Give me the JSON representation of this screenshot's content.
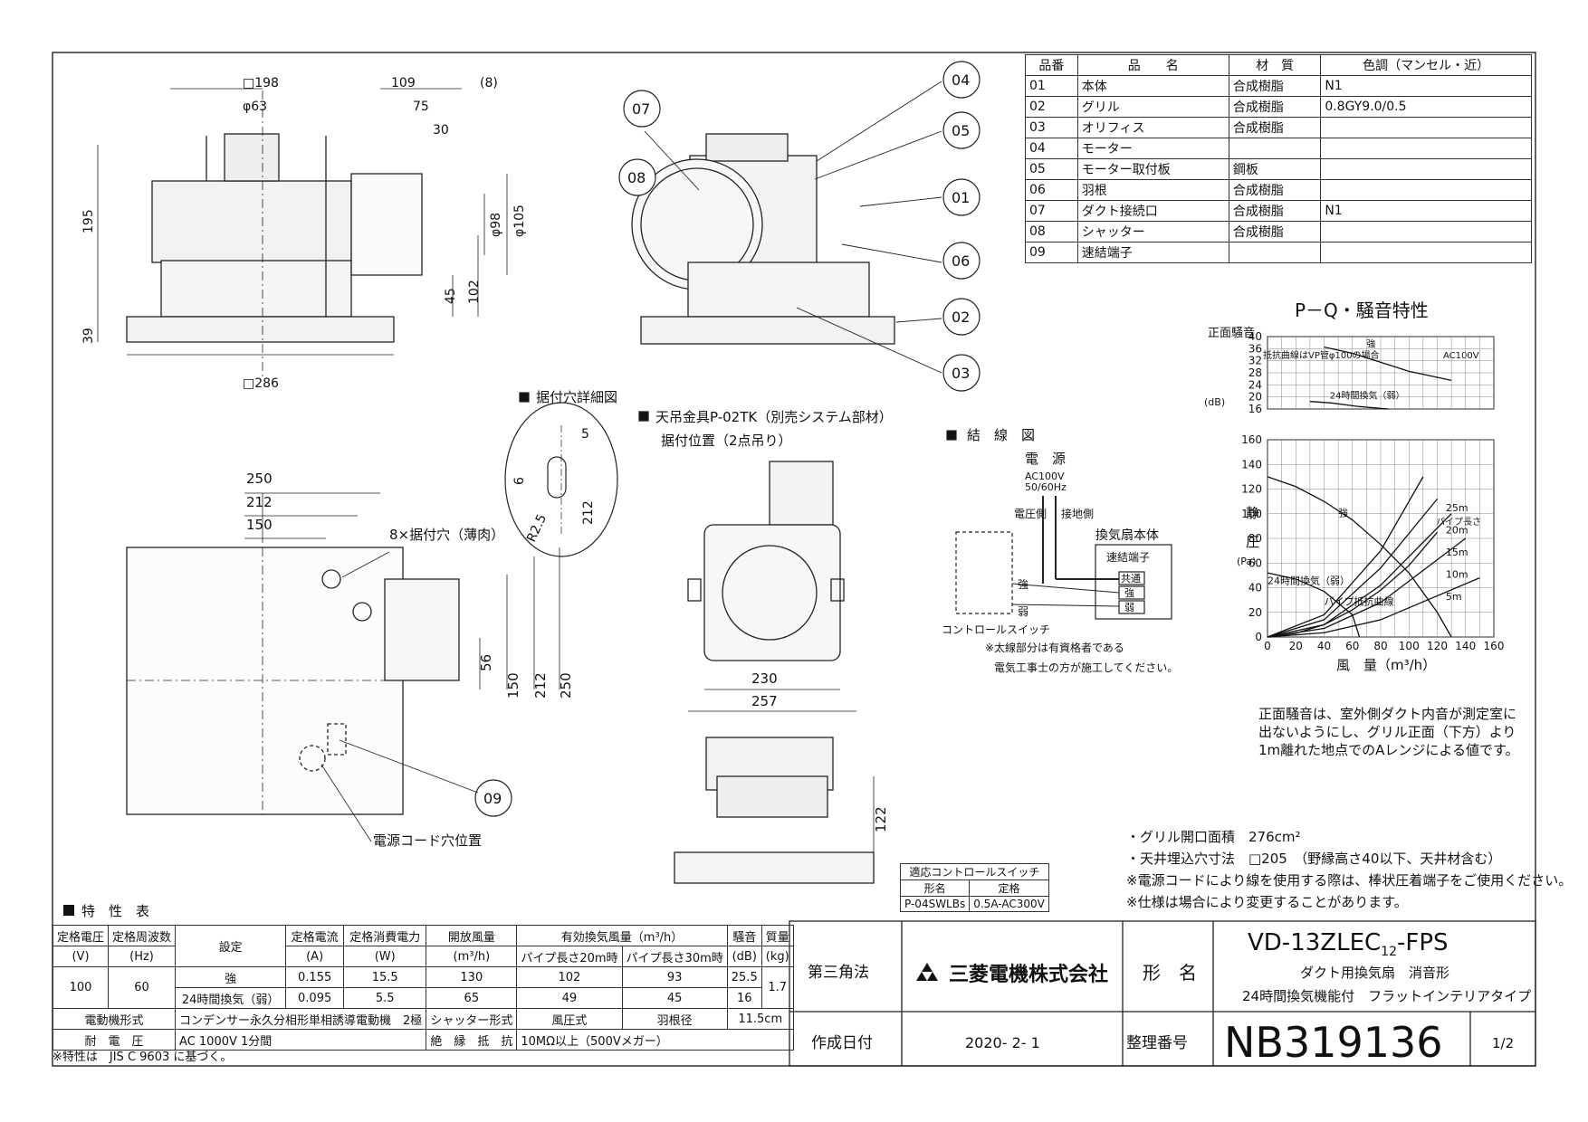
{
  "parts_table": {
    "headers": [
      "品番",
      "品　　名",
      "材　質",
      "色調（マンセル・近）"
    ],
    "rows": [
      [
        "01",
        "本体",
        "合成樹脂",
        "N1"
      ],
      [
        "02",
        "グリル",
        "合成樹脂",
        "0.8GY9.0/0.5"
      ],
      [
        "03",
        "オリフィス",
        "合成樹脂",
        ""
      ],
      [
        "04",
        "モーター",
        "",
        ""
      ],
      [
        "05",
        "モーター取付板",
        "鋼板",
        ""
      ],
      [
        "06",
        "羽根",
        "合成樹脂",
        ""
      ],
      [
        "07",
        "ダクト接続口",
        "合成樹脂",
        "N1"
      ],
      [
        "08",
        "シャッター",
        "合成樹脂",
        ""
      ],
      [
        "09",
        "速結端子",
        "",
        ""
      ]
    ]
  },
  "dimensions": {
    "top_view": [
      "□198",
      "φ63",
      "109",
      "(8)",
      "75",
      "30",
      "195",
      "φ98",
      "φ105",
      "45",
      "102",
      "39",
      "□286"
    ],
    "plan_view": [
      "250",
      "212",
      "150",
      "8×据付穴（薄肉）",
      "56",
      "150",
      "212",
      "250",
      "電源コード穴位置"
    ],
    "front_view": [
      "230",
      "257",
      "122"
    ]
  },
  "callouts": [
    "04",
    "05",
    "07",
    "08",
    "01",
    "06",
    "02",
    "03",
    "09"
  ],
  "labels": {
    "mount_hole_detail": "据付穴詳細図",
    "mount_hole_dims": [
      "5",
      "6",
      "212",
      "R2.5"
    ],
    "ceiling_bracket_1": "天吊金具P-02TK（別売システム部材）",
    "ceiling_bracket_2": "据付位置（2点吊り）"
  },
  "wiring": {
    "title": "結　線　図",
    "power": "電　源",
    "voltage_1": "AC100V",
    "voltage_2": "50/60Hz",
    "voltage_side": "電圧側",
    "ground_side": "接地側",
    "fan_body": "換気扇本体",
    "terminal": "速結端子",
    "term_common": "共通",
    "term_strong": "強",
    "term_weak": "弱",
    "strong": "強",
    "weak": "弱",
    "control_switch": "コントロールスイッチ",
    "note_1": "※太線部分は有資格者である",
    "note_2": "電気工事士の方が施工してください。"
  },
  "chart_data": [
    {
      "type": "line",
      "title": "P－Q・騒音特性",
      "subtitle": "",
      "note": "抵抗曲線はVP管φ100の場合",
      "supply": "AC100V",
      "ylabel": "正面騒音",
      "yunit": "(dB)",
      "ylim": [
        16,
        40
      ],
      "yticks": [
        16,
        20,
        24,
        28,
        32,
        36,
        40
      ],
      "series": [
        {
          "name": "強",
          "x": [
            40,
            60,
            80,
            100,
            120,
            130
          ],
          "values": [
            36.5,
            34.5,
            31.5,
            28.5,
            26.5,
            25.5
          ]
        },
        {
          "name": "24時間換気（弱）",
          "x": [
            30,
            45,
            65,
            85
          ],
          "values": [
            18.5,
            18,
            16.8,
            16
          ]
        }
      ]
    },
    {
      "type": "line",
      "xlabel": "風　量（m³/h）",
      "ylabel_1": "静",
      "ylabel_2": "圧",
      "yunit": "(Pa)",
      "xlim": [
        0,
        160
      ],
      "ylim": [
        0,
        160
      ],
      "xticks": [
        0,
        20,
        40,
        60,
        80,
        100,
        120,
        140,
        160
      ],
      "yticks": [
        0,
        20,
        40,
        60,
        80,
        100,
        120,
        140,
        160
      ],
      "series": [
        {
          "name": "強",
          "x": [
            0,
            20,
            40,
            60,
            80,
            100,
            120,
            130
          ],
          "values": [
            130,
            122,
            110,
            95,
            75,
            52,
            20,
            0
          ]
        },
        {
          "name": "24時間換気（弱）",
          "x": [
            0,
            20,
            40,
            60,
            65
          ],
          "values": [
            52,
            47,
            37,
            18,
            0
          ]
        },
        {
          "name": "パイプ抵抗曲線",
          "x": [
            0,
            20,
            40,
            60,
            80,
            100,
            120
          ],
          "values": [
            0,
            3,
            10,
            22,
            38,
            58,
            85
          ]
        },
        {
          "name": "25m",
          "x": [
            0,
            40,
            80,
            110
          ],
          "values": [
            0,
            18,
            70,
            130
          ]
        },
        {
          "name": "20m",
          "x": [
            0,
            40,
            80,
            120
          ],
          "values": [
            0,
            14,
            56,
            112
          ]
        },
        {
          "name": "15m",
          "x": [
            0,
            40,
            80,
            130
          ],
          "values": [
            0,
            10,
            42,
            100
          ]
        },
        {
          "name": "10m",
          "x": [
            0,
            40,
            80,
            140
          ],
          "values": [
            0,
            7,
            28,
            80
          ]
        },
        {
          "name": "5m",
          "x": [
            0,
            40,
            80,
            150
          ],
          "values": [
            0,
            3.5,
            14,
            48
          ]
        }
      ],
      "pipe_length_label": "パイプ長さ",
      "curve_labels": [
        "強",
        "24時間換気（弱）",
        "パイプ抵抗曲線",
        "25m",
        "20m",
        "15m",
        "10m",
        "5m"
      ]
    }
  ],
  "noise_note": [
    "正面騒音は、室外側ダクト内音が測定室に",
    "出ないようにし、グリル正面（下方）より",
    "1m離れた地点でのAレンジによる値です。"
  ],
  "spec_notes": [
    "・グリル開口面積　276cm²",
    "・天井埋込穴寸法　□205　（野縁高さ40以下、天井材含む）",
    "※電源コードにより線を使用する際は、棒状圧着端子をご使用ください。",
    "※仕様は場合により変更することがあります。"
  ],
  "switch_table": {
    "title": "適応コントロールスイッチ",
    "h1": "形名",
    "h2": "定格",
    "model": "P-04SWLBs",
    "rating": "0.5A-AC300V"
  },
  "characteristics": {
    "title": "特　性　表",
    "h": [
      "定格電圧",
      "定格周波数",
      "設定",
      "定格電流",
      "定格消費電力",
      "開放風量",
      "有効換気風量（m³/h）",
      "騒音",
      "質量"
    ],
    "u": [
      "(V)",
      "(Hz)",
      "(A)",
      "(W)",
      "(m³/h)",
      "(dB)",
      "(kg)"
    ],
    "sub": [
      "パイプ長さ20m時",
      "パイプ長さ30m時"
    ],
    "voltage": "100",
    "freq": "60",
    "mass": "1.7",
    "rows": [
      [
        "強",
        "0.155",
        "15.5",
        "130",
        "102",
        "93",
        "25.5"
      ],
      [
        "24時間換気（弱）",
        "0.095",
        "5.5",
        "65",
        "49",
        "45",
        "16"
      ]
    ],
    "motor_label": "電動機形式",
    "motor": "コンデンサー永久分相形単相誘導電動機　2極",
    "shutter_label": "シャッター形式",
    "shutter": "風圧式",
    "blade_label": "羽根径",
    "blade": "11.5cm",
    "withstand_label": "耐　電　圧",
    "withstand": "AC 1000V 1分間",
    "insul_label": "絶　縁　抵　抗",
    "insul": "10MΩ以上（500Vメガー）",
    "footnote": "※特性は　JIS C 9603 に基づく。"
  },
  "title_block": {
    "projection": "第三角法",
    "company": "三菱電機株式会社",
    "model_label": "形　名",
    "model": "VD-13ZLEC",
    "model_sub": "12",
    "model_suffix": "-FPS",
    "desc_1": "ダクト用換気扇　消音形",
    "desc_2": "24時間換気機能付　フラットインテリアタイプ",
    "date_label": "作成日付",
    "date": "2020- 2- 1",
    "number_label": "整理番号",
    "number": "NB319136",
    "page": "1/2"
  }
}
